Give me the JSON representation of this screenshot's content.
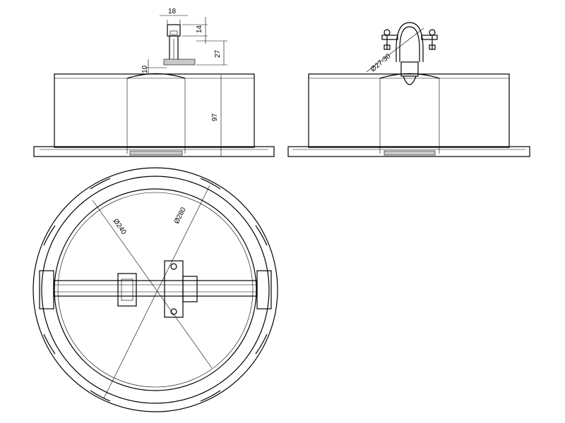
{
  "drawing": {
    "front_view": {
      "dim_width_top": "18",
      "dim_height_top": "14",
      "dim_bracket": "27",
      "dim_dome": "10",
      "dim_height": "97"
    },
    "side_view": {
      "dim_clamp": "Ø27-30"
    },
    "plan_view": {
      "dim_inner": "Ø240",
      "dim_outer": "Ø280"
    }
  }
}
